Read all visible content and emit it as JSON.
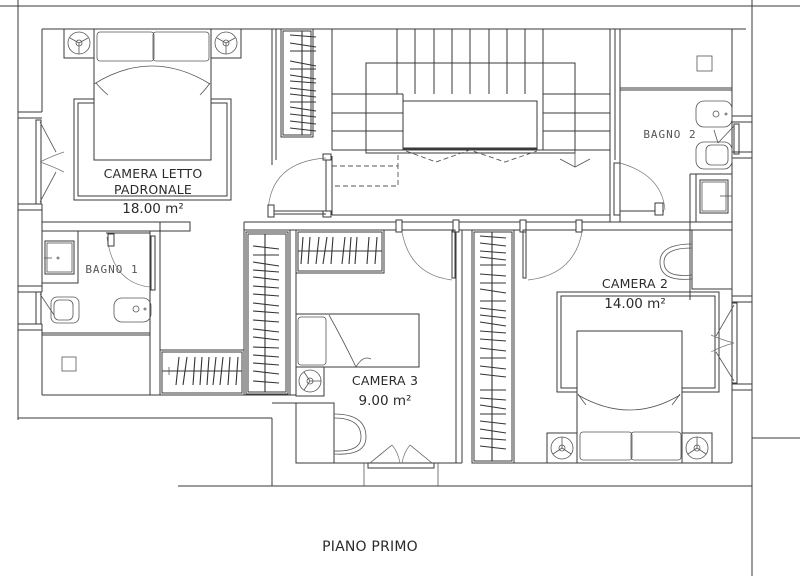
{
  "plan": {
    "title": "PIANO PRIMO",
    "rooms": {
      "master_bedroom": {
        "name_line1": "CAMERA LETTO",
        "name_line2": "PADRONALE",
        "area": "18.00 m²"
      },
      "bathroom_1": {
        "name": "BAGNO 1"
      },
      "bathroom_2": {
        "name": "BAGNO 2"
      },
      "bedroom_2": {
        "name": "CAMERA 2",
        "area": "14.00 m²"
      },
      "bedroom_3": {
        "name": "CAMERA 3",
        "area": "9.00 m²"
      }
    },
    "colors": {
      "line": "#3a3a3a",
      "background": "#ffffff",
      "text": "#2a2a2a"
    }
  }
}
